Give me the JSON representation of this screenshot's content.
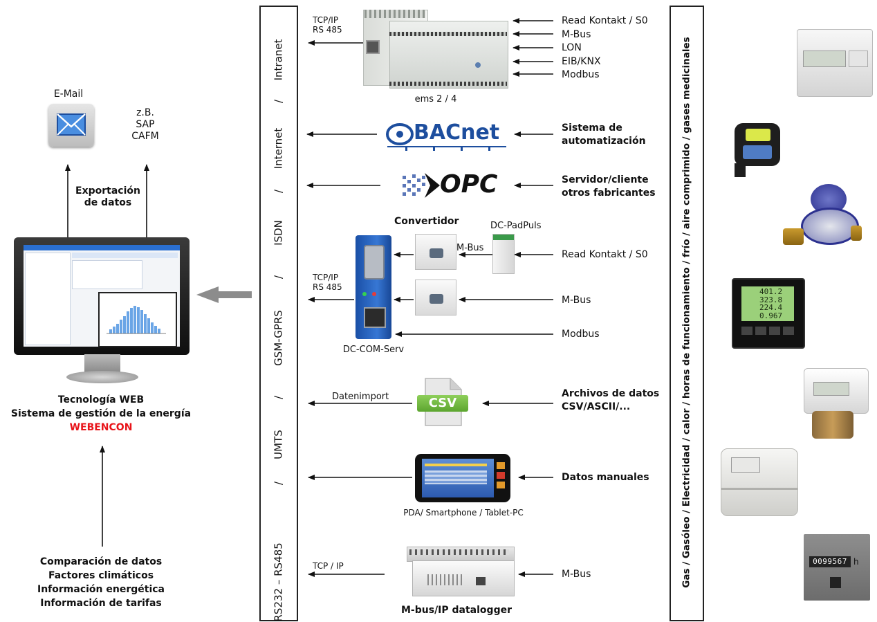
{
  "outputs": {
    "email_label": "E-Mail",
    "sap_label": "z.B.\nSAP\nCAFM",
    "export_label": "Exportación\nde datos"
  },
  "monitor": {
    "caption_line1": "Tecnología WEB",
    "caption_line2": "Sistema de gestión de la energía",
    "brand": "WEBENCON",
    "brand_color": "#e8141a"
  },
  "analysis": {
    "lines": [
      "Comparación de datos",
      "Factores climáticos",
      "Información energética",
      "Información de tarifas"
    ]
  },
  "protocols_column": [
    "RS232 – RS485",
    "/",
    "UMTS",
    "/",
    "GSM-GPRS",
    "/",
    "ISDN",
    "/",
    "Internet",
    "/",
    "Intranet"
  ],
  "media_column": "Gas / Gasóleo / Electricidad / calor / horas de funcionamiento / frío / aire comprimido / gases medicinales",
  "rows": {
    "ems": {
      "output_label": "TCP/IP\nRS 485",
      "device_label": "ems 2 / 4",
      "inputs": [
        "Read Kontakt / S0",
        "M-Bus",
        "LON",
        "EIB/KNX",
        "Modbus"
      ]
    },
    "bacnet": {
      "logo": "BACnet",
      "input_label": "Sistema de\nautomatización"
    },
    "opc": {
      "logo": "OPC",
      "input_label": "Servidor/cliente\notros fabricantes"
    },
    "comserv": {
      "converter_title": "Convertidor",
      "padpuls_label": "DC-PadPuls",
      "mbus_mid_label": "M-Bus",
      "output_label": "TCP/IP\nRS 485",
      "device_label": "DC-COM-Serv",
      "inputs": [
        "Read Kontakt / S0",
        "M-Bus",
        "Modbus"
      ]
    },
    "csv": {
      "output_label": "Datenimport",
      "icon_label": "CSV",
      "input_label": "Archivos de datos\nCSV/ASCII/..."
    },
    "manual": {
      "device_label": "PDA/ Smartphone / Tablet-PC",
      "input_label": "Datos manuales"
    },
    "mbus_logger": {
      "output_label": "TCP / IP",
      "device_label": "M-bus/IP datalogger",
      "input_label": "M-Bus"
    }
  },
  "meters": {
    "display_values": [
      "401.2",
      "323.8",
      "224.4",
      "0.967"
    ],
    "counter_value": "0099567",
    "counter_unit": "h"
  },
  "colors": {
    "bacnet_blue": "#1d4e9e",
    "screen_blue": "#2a6fd1",
    "big_arrow_gray": "#8c8c8c"
  }
}
